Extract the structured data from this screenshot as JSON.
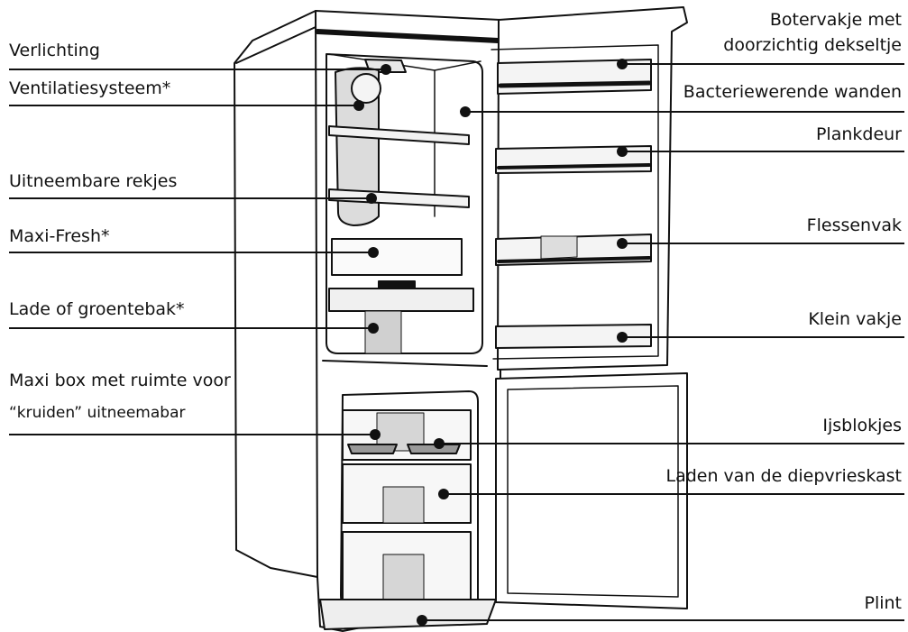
{
  "labels_left": {
    "verlichting": "Verlichting",
    "ventilatie": "Ventilatiesysteem*",
    "rekjes": "Uitneembare rekjes",
    "maxifresh": "Maxi-Fresh*",
    "lade": "Lade of groentebak*",
    "maxibox_1": "Maxi box met ruimte voor",
    "maxibox_2": "“kruiden” uitneemabar"
  },
  "labels_right": {
    "boter_1": "Botervakje met",
    "boter_2": "doorzichtig dekseltje",
    "bacterie": "Bacteriewerende wanden",
    "plankdeur": "Plankdeur",
    "flessenvak": "Flessenvak",
    "klein": "Klein vakje",
    "ijs": "Ijsblokjes",
    "laden": "Laden van de diepvrieskast",
    "plint": "Plint"
  },
  "colors": {
    "ink": "#111111",
    "shade": "#d9d9d9",
    "paper": "#ffffff"
  }
}
